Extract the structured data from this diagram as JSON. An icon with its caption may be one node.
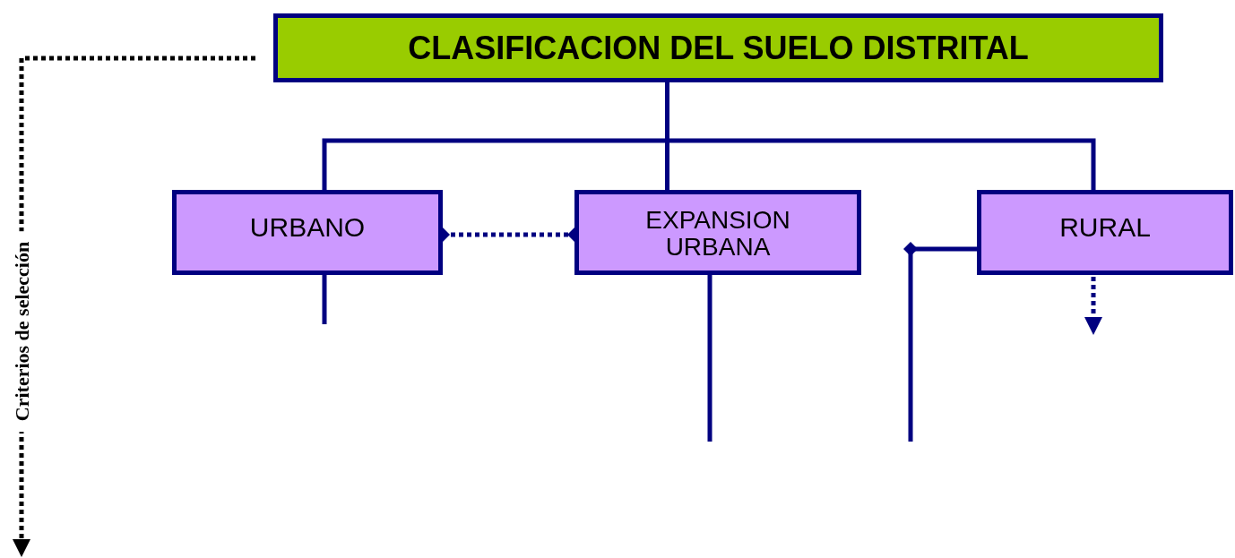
{
  "diagram": {
    "nodes": [
      {
        "text": [
          "CLASIFICACION DEL SUELO DISTRITAL"
        ]
      },
      {
        "text": [
          "URBANO"
        ]
      },
      {
        "text": [
          "EXPANSION URBANA"
        ]
      },
      {
        "text": [
          "RURAL"
        ]
      }
    ],
    "edges": [
      {
        "from": 0,
        "to": 1,
        "arrow": "none"
      },
      {
        "from": 0,
        "to": 2,
        "arrow": "none"
      },
      {
        "from": 0,
        "to": 3,
        "arrow": "none"
      },
      {
        "from": 1,
        "to": 2,
        "arrow": "other",
        "style": "dashed"
      },
      {
        "from": 1,
        "to": null,
        "arrow": "none"
      },
      {
        "from": 2,
        "to": null,
        "arrow": "none"
      },
      {
        "from": 3,
        "to": null,
        "arrow": "none"
      },
      {
        "from": 3,
        "to": null,
        "arrow": "to",
        "style": "dashed"
      },
      {
        "from": 0,
        "to": null,
        "arrow": "to",
        "style": "dashed",
        "color": "#000000",
        "label": "Criterios de selección"
      }
    ]
  }
}
